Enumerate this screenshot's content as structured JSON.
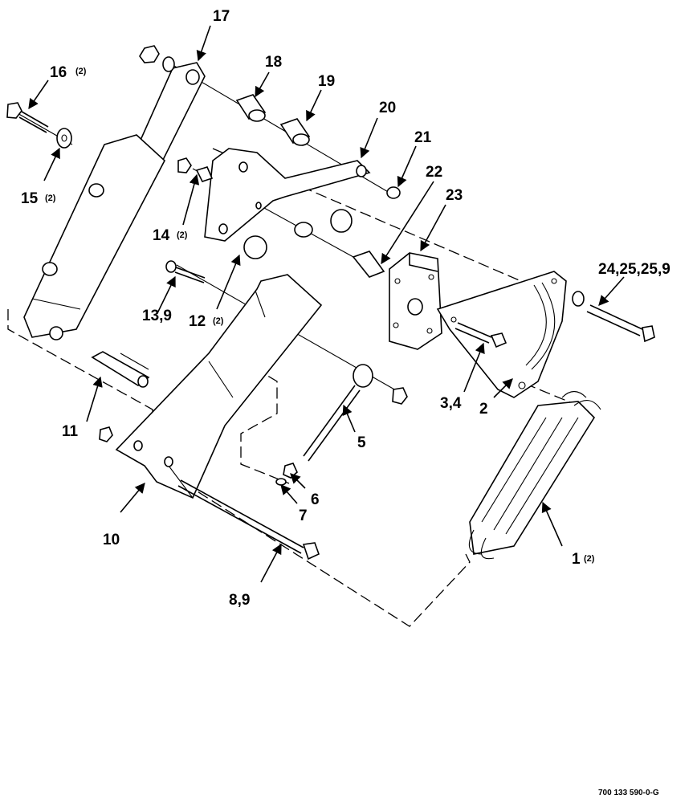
{
  "callouts": {
    "c1": "1",
    "c1_qty": "(2)",
    "c2": "2",
    "c3_4": "3,4",
    "c5": "5",
    "c6": "6",
    "c7": "7",
    "c8_9": "8,9",
    "c10": "10",
    "c11": "11",
    "c12": "12",
    "c12_qty": "(2)",
    "c13_9": "13,9",
    "c14": "14",
    "c14_qty": "(2)",
    "c15": "15",
    "c15_qty": "(2)",
    "c16": "16",
    "c16_qty": "(2)",
    "c17": "17",
    "c18": "18",
    "c19": "19",
    "c20": "20",
    "c21": "21",
    "c22": "22",
    "c23": "23",
    "c24": "24,25,25,9"
  },
  "document_number": "700 133 590-0-G"
}
